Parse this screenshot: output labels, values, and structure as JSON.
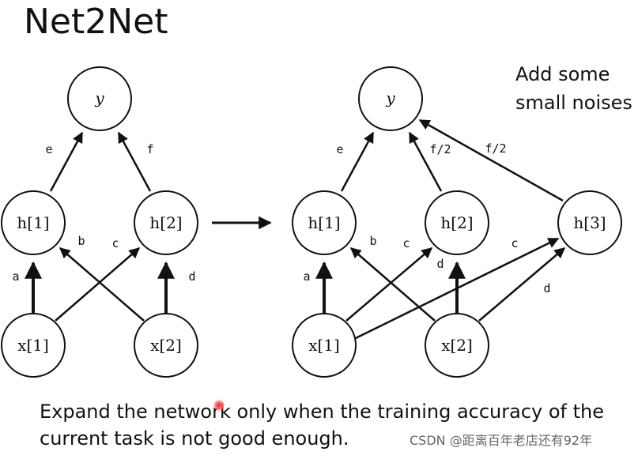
{
  "title": "Net2Net",
  "note": [
    "Add some",
    "small noises"
  ],
  "caption": [
    "Expand the network only when the training accuracy of the",
    "current task is not good enough."
  ],
  "watermark": "CSDN @距离百年老店还有92年",
  "left_net": {
    "nodes": {
      "y": "y",
      "h1": "h[1]",
      "h2": "h[2]",
      "x1": "x[1]",
      "x2": "x[2]"
    },
    "weights": {
      "e": "e",
      "f": "f",
      "a": "a",
      "b": "b",
      "c": "c",
      "d": "d"
    }
  },
  "right_net": {
    "nodes": {
      "y": "y",
      "h1": "h[1]",
      "h2": "h[2]",
      "h3": "h[3]",
      "x1": "x[1]",
      "x2": "x[2]"
    },
    "weights": {
      "e": "e",
      "f2a": "f/2",
      "f2b": "f/2",
      "a": "a",
      "b": "b",
      "c": "c",
      "d": "d",
      "c2": "c",
      "d2": "d"
    }
  },
  "colors": {
    "line": "#111111",
    "pointer": "#ff2a2a"
  }
}
